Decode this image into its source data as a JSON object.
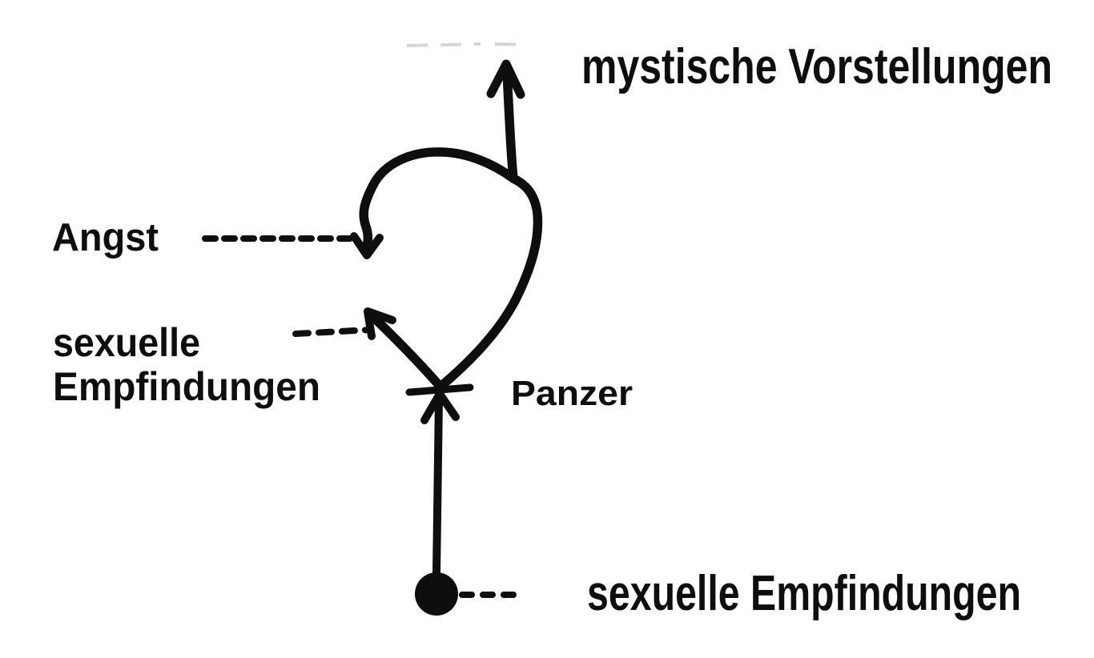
{
  "page": {
    "background_color": "#ffffff",
    "ink_color": "#0e0e0e",
    "artifact_color": "#b5b5b5"
  },
  "diagram": {
    "kind": "hand-drawn energy-flow diagram",
    "labels": {
      "mystic": "mystische Vorstellungen",
      "angst": "Angst",
      "sexual_blocked_line1": "sexuelle",
      "sexual_blocked_line2": "Empfindungen",
      "panzer": "Panzer",
      "sexual_source": "sexuelle Empfindungen"
    },
    "shapes": {
      "source_dot": "filled black dot (origin of drive)",
      "panzer_bar": "crossbar blocking upward arrow",
      "loop": "closed loop with inward-turning arrow",
      "exit_arrow": "arrow escaping loop upward",
      "leader_style": "dashed"
    }
  }
}
